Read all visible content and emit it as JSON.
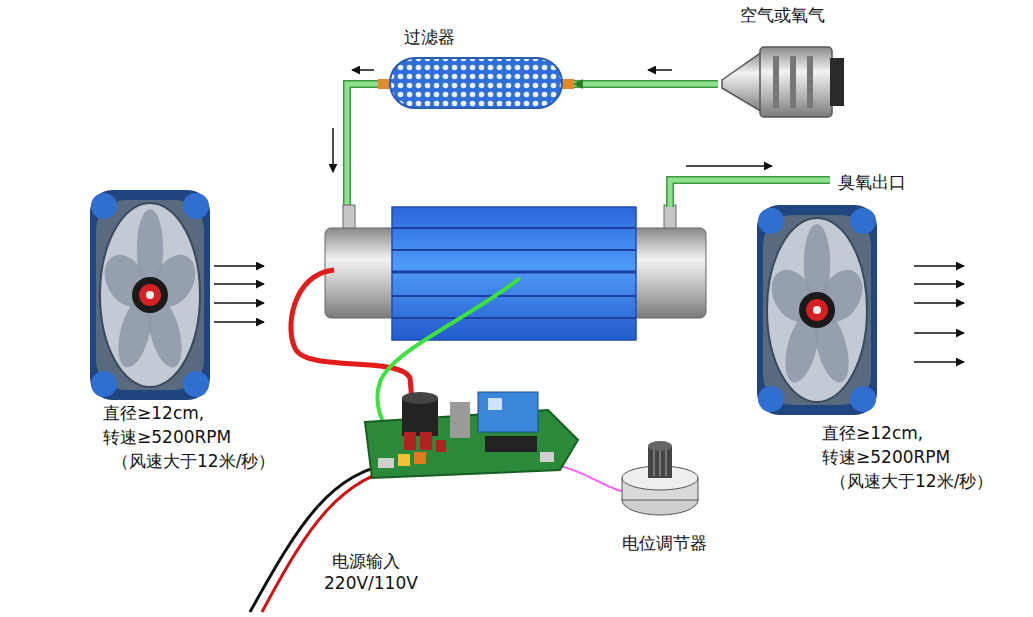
{
  "diagram": {
    "nodes": [
      {
        "text": [
          "过滤器"
        ]
      },
      {
        "text": [
          "空气或氧气"
        ]
      }
    ],
    "edges": [
      {
        "from": 1,
        "to": 0,
        "arrow": "to"
      }
    ],
    "labels": [
      "臭氧出口",
      "直径≥12cm,",
      "转速≥5200RPM",
      "（风速大于12米/秒）",
      "直径≥12cm,",
      "转速≥5200RPM",
      "（风速大于12米/秒）",
      "电位调节器",
      "电源输入",
      "220V/110V"
    ]
  }
}
